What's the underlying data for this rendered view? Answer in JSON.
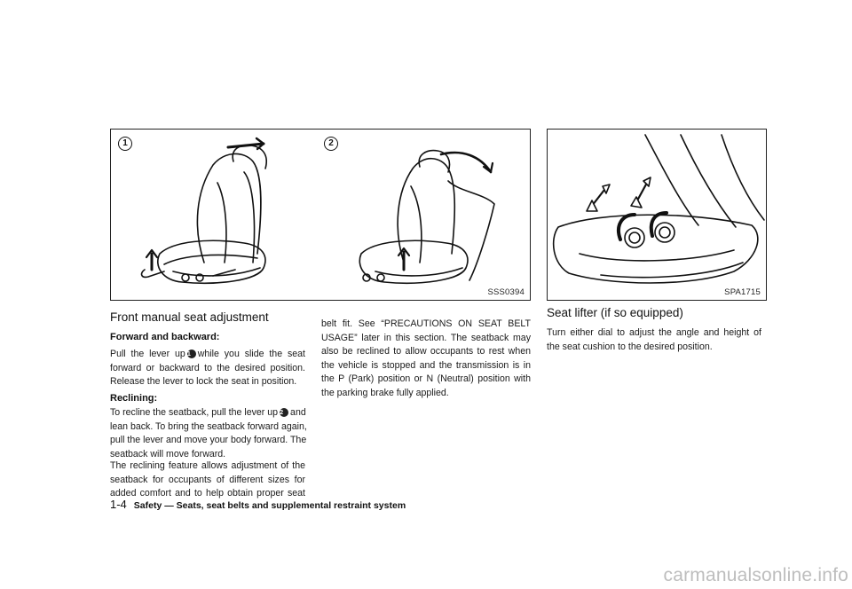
{
  "figures": {
    "left": {
      "code": "SSS0394",
      "markers": [
        "1",
        "2"
      ]
    },
    "right": {
      "code": "SPA1715"
    }
  },
  "col1": {
    "heading": "Front manual seat adjustment",
    "sub1": "Forward and backward:",
    "p1": {
      "l1a": "Pull the lever up",
      "l1b": "while you slide the seat",
      "l2": "forward or backward to the desired position.",
      "l3": "Release the lever to lock the seat in position."
    },
    "sub2": "Reclining:",
    "p2": {
      "l1a": "To recline the seatback, pull the lever up",
      "l1b": "and",
      "l2": "lean back. To bring the seatback forward again,",
      "l3": "pull the lever and move your body forward. The",
      "l4": "seatback will move forward."
    },
    "p3": {
      "l1": "The reclining feature allows adjustment of the",
      "l2": "seatback for occupants of different sizes for",
      "l3": "added comfort and to help obtain proper seat"
    }
  },
  "col2": {
    "l1": "belt fit. See “PRECAUTIONS ON SEAT BELT",
    "l2": "USAGE” later in this section. The seatback may",
    "l3": "also be reclined to allow occupants to rest when",
    "l4": "the vehicle is stopped and the transmission is in",
    "l5": "the P (Park) position or N (Neutral) position with",
    "l6": "the parking brake fully applied."
  },
  "col3": {
    "heading": "Seat lifter (if so equipped)",
    "l1": "Turn either dial to adjust the angle and height of",
    "l2": "the seat cushion to the desired position."
  },
  "footer": {
    "page": "1-4",
    "title": "Safety — Seats, seat belts and supplemental restraint system"
  },
  "watermark": "carmanualsonline.info"
}
